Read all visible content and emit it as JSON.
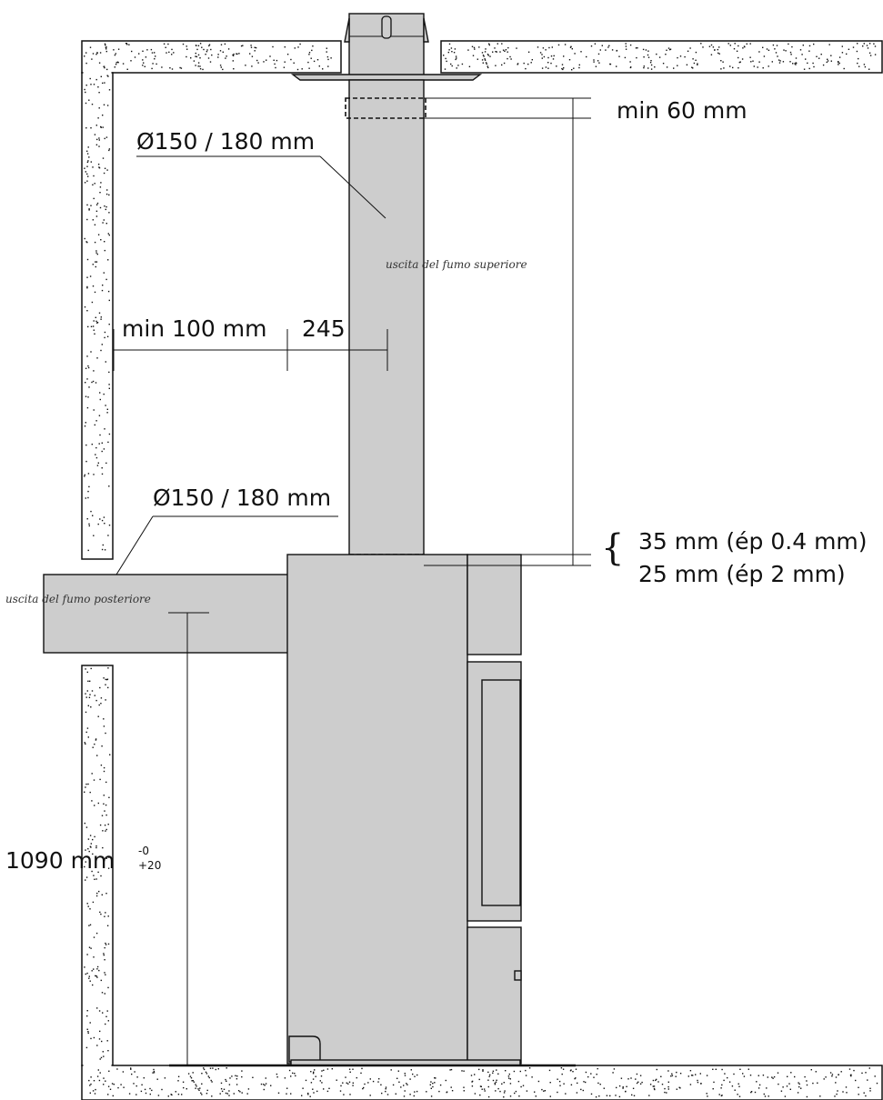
{
  "labels": {
    "top_pipe_diameter": "Ø150 / 180 mm",
    "rear_pipe_diameter": "Ø150 / 180 mm",
    "min_top_insert": "min 60 mm",
    "min_wall_clearance": "min 100 mm",
    "center_distance": "245",
    "top_outlet_note": "uscita del fumo superiore",
    "rear_outlet_note": "uscita del fumo posteriore",
    "insert_thin": "35 mm (ép 0.4 mm)",
    "insert_thick": "25 mm (ép 2 mm)",
    "rear_outlet_height": "1090 mm",
    "tolerance_minus": "-0",
    "tolerance_plus": "+20"
  },
  "icons": {
    "brace": "curly-brace"
  },
  "colors": {
    "metal": "#cdcdcd",
    "line": "#111111",
    "wall": "#ffffff"
  }
}
